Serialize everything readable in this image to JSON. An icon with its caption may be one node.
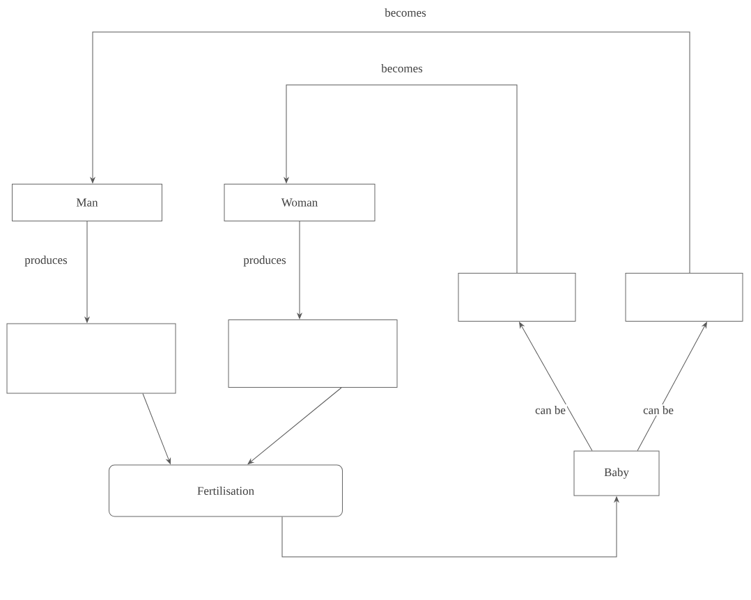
{
  "diagram": {
    "nodes": [
      {
        "text": [
          "Man"
        ]
      },
      {
        "text": [
          "Woman"
        ]
      },
      {
        "text": [],
        "shape": "box"
      },
      {
        "text": [],
        "shape": "box"
      },
      {
        "text": [],
        "shape": "box"
      },
      {
        "text": [],
        "shape": "box"
      },
      {
        "text": [
          "Fertilisation"
        ]
      },
      {
        "text": [
          "Baby"
        ]
      }
    ],
    "edges": [
      {
        "from": 0,
        "to": 2,
        "arrow": "to",
        "label": "produces"
      },
      {
        "from": 1,
        "to": 3,
        "arrow": "to",
        "label": "produces"
      },
      {
        "from": 2,
        "to": 6,
        "arrow": "to"
      },
      {
        "from": 3,
        "to": 6,
        "arrow": "to"
      },
      {
        "from": 6,
        "to": 7,
        "arrow": "to"
      },
      {
        "from": 7,
        "to": 4,
        "arrow": "to",
        "label": "can be"
      },
      {
        "from": 7,
        "to": 5,
        "arrow": "to",
        "label": "can be"
      },
      {
        "from": 4,
        "to": 1,
        "arrow": "to",
        "label": "becomes"
      },
      {
        "from": 5,
        "to": 0,
        "arrow": "to",
        "label": "becomes"
      }
    ]
  }
}
